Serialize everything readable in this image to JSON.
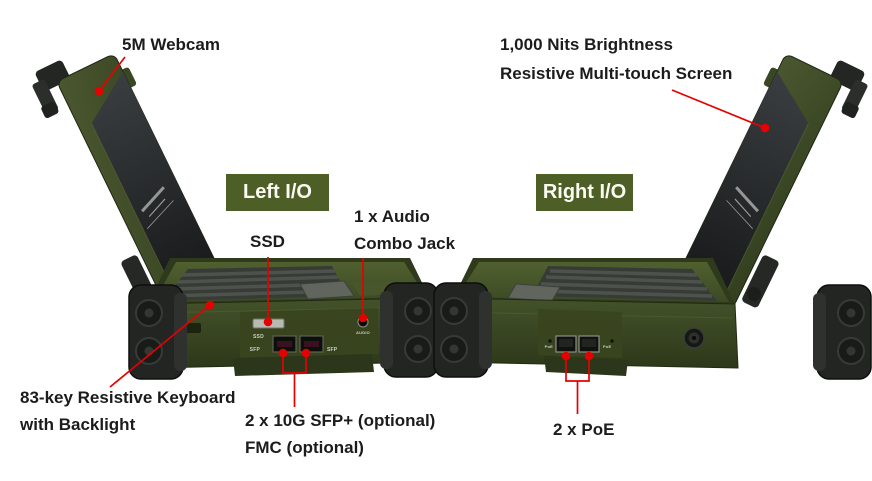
{
  "page": {
    "type": "rugged-laptop-io-diagram",
    "background": "#ffffff",
    "accent_red": "#e60000",
    "badge_green": "#4d5e26",
    "body_olive": "#3f4c28",
    "text_color": "#1c1c1c"
  },
  "annotations": {
    "webcam": "5M Webcam",
    "brightness_line1": "1,000 Nits Brightness",
    "brightness_line2": "Resistive Multi-touch Screen",
    "left_io_badge": "Left I/O",
    "right_io_badge": "Right I/O",
    "ssd": "SSD",
    "audio_line1": "1 x Audio",
    "audio_line2": "Combo Jack",
    "keyboard_line1": "83-key Resistive Keyboard",
    "keyboard_line2": "with Backlight",
    "sfp_line1": "2 x 10G SFP+ (optional)",
    "sfp_line2": "FMC (optional)",
    "poe": "2 x PoE"
  },
  "device_labels": {
    "ssd_port": "SSD",
    "sfp_port_left": "SFP",
    "sfp_port_right": "SFP",
    "audio_port": "AUDIO",
    "poe_port_left": "PoE",
    "poe_port_right": "PoE"
  }
}
